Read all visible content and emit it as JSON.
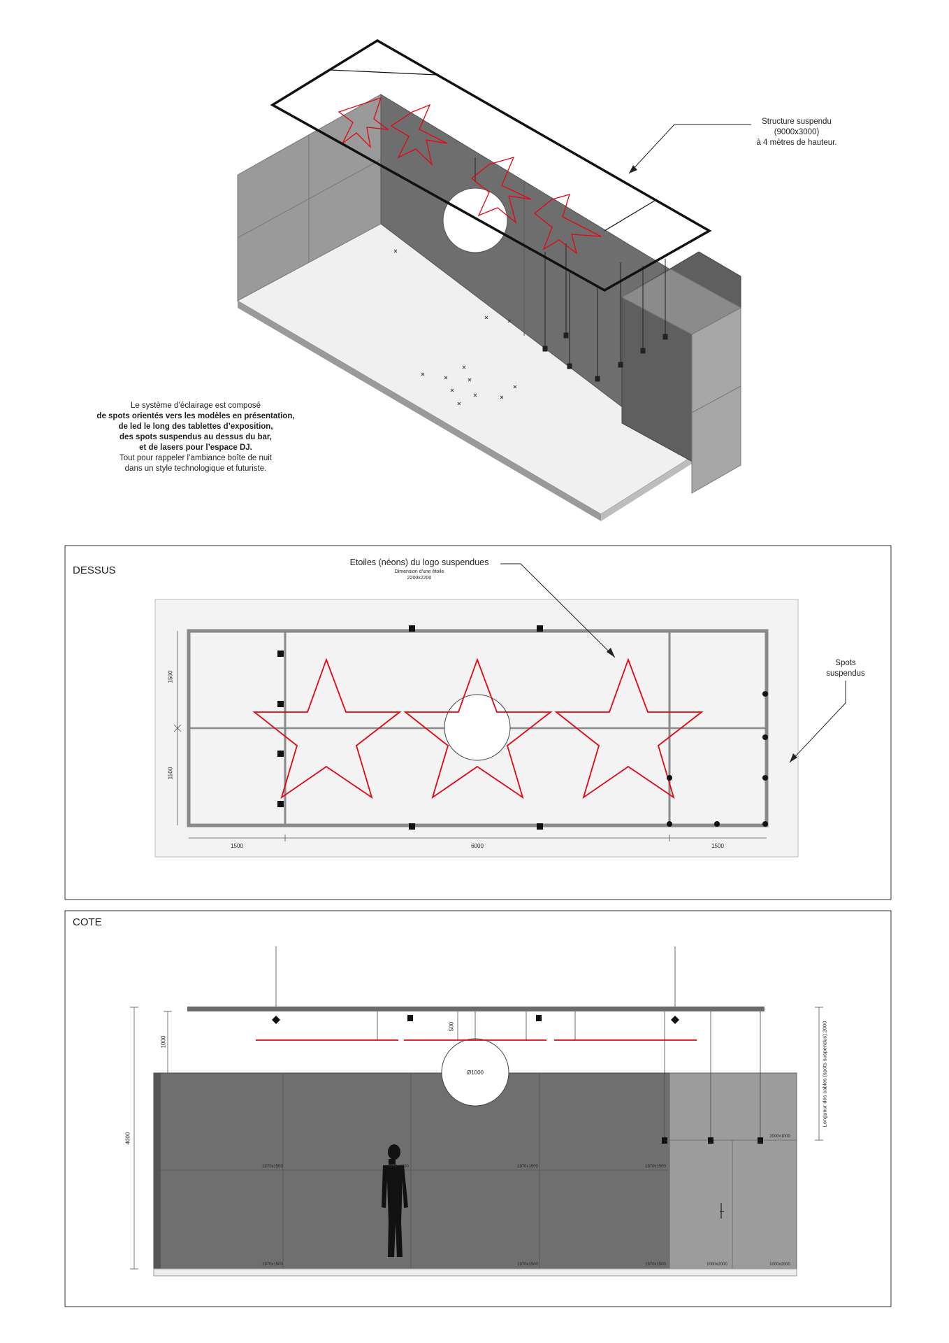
{
  "iso": {
    "callout_structure": [
      "Structure suspendu",
      "(9000x3000)",
      "à 4 mètres de hauteur."
    ],
    "note": {
      "line1": "Le système d’éclairage est composé",
      "line2": "de spots orientés vers les modèles en présentation,",
      "line3": "de led le long des tablettes d’exposition,",
      "line4": "des spots suspendus au dessus du bar,",
      "line5": "et de lasers pour l’espace DJ.",
      "line6": "Tout pour rappeler l’ambiance boîte de nuit",
      "line7": "dans un style technologique et futuriste."
    }
  },
  "top_view": {
    "title": "DESSUS",
    "stars_label": "Etoiles (néons) du logo suspendues",
    "stars_sub1": "Dimension d'une étoile",
    "stars_sub2": "2200x2200",
    "spots_label1": "Spots",
    "spots_label2": "suspendus",
    "dim_left_top": "1500",
    "dim_left_bottom": "1500",
    "dim_bottom_left": "1500",
    "dim_bottom_mid": "6000",
    "dim_bottom_right": "1500"
  },
  "side_view": {
    "title": "COTE",
    "dim_height": "4000",
    "dim_1000": "1000",
    "dim_500": "500",
    "circle_label": "Ø1000",
    "cable_label": "Longueur des cables (spots suspendus) 2000",
    "panel_labels": {
      "p1": "1970x1500",
      "p2": "1970x1500",
      "p3": "1970x1500",
      "p4": "1970x1500",
      "p5": "1970x1500",
      "p6": "1970x1500",
      "p7": "1970x1500",
      "bar_top": "2000x1000",
      "bar1": "1000x2000",
      "bar2": "1000x2000"
    }
  },
  "colors": {
    "neon_red": "#e30613",
    "wall_dark": "#6f6f6f",
    "wall_light": "#9c9c9c",
    "floor": "#eeeeee"
  }
}
